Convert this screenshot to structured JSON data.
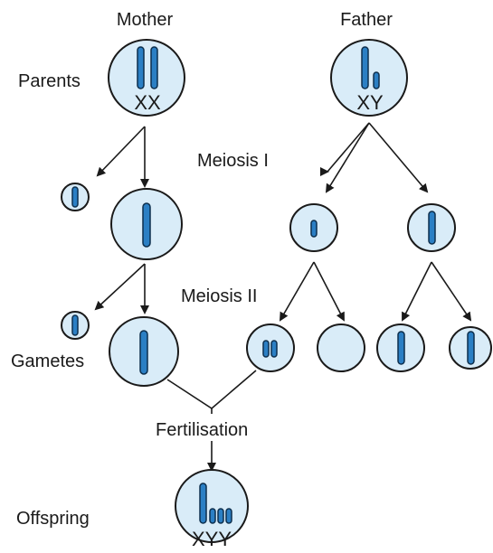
{
  "labels": {
    "mother": "Mother",
    "father": "Father",
    "parents": "Parents",
    "meiosis_1": "Meiosis I",
    "meiosis_2": "Meiosis II",
    "gametes": "Gametes",
    "fertilisation": "Fertilisation",
    "offspring": "Offspring"
  },
  "genotypes": {
    "mother": "XX",
    "father": "XY",
    "offspring": "XYY"
  },
  "colors": {
    "cell_fill": "#d9ecf8",
    "chromosome": "#2b7fc4"
  }
}
